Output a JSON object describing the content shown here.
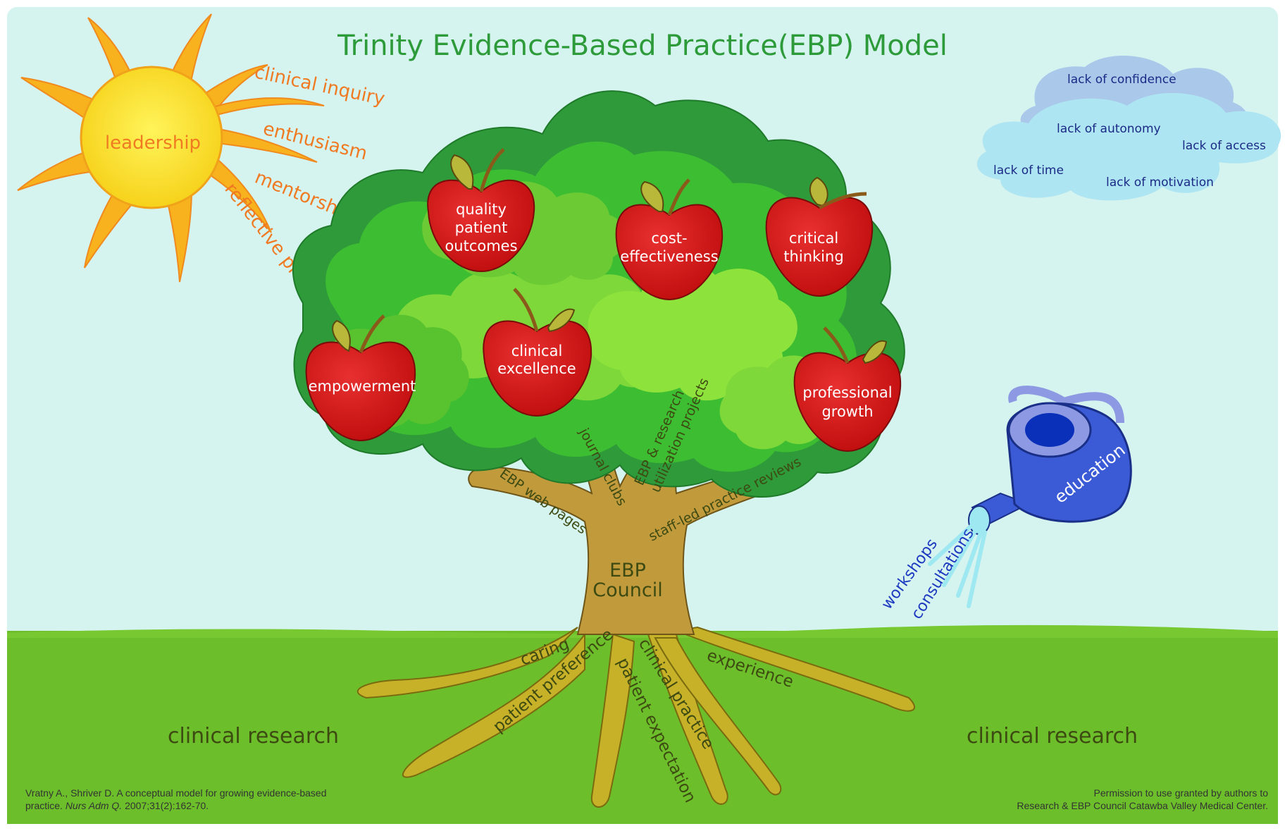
{
  "title": "Trinity Evidence-Based Practice(EBP) Model",
  "sun": {
    "center_label": "leadership",
    "rays": [
      "clinical inquiry",
      "enthusiasm",
      "mentorship",
      "reflective practice"
    ]
  },
  "cloud": {
    "items": [
      "lack of confidence",
      "lack of autonomy",
      "lack of access",
      "lack of time",
      "lack of motivation"
    ]
  },
  "apples": [
    {
      "line1": "quality",
      "line2": "patient",
      "line3": "outcomes"
    },
    {
      "line1": "cost-",
      "line2": "effectiveness"
    },
    {
      "line1": "critical",
      "line2": "thinking"
    },
    {
      "line1": "empowerment"
    },
    {
      "line1": "clinical",
      "line2": "excellence"
    },
    {
      "line1": "professional",
      "line2": "growth"
    }
  ],
  "branches": {
    "web_pages": "EBP web pages",
    "journal_clubs": "journal clubs",
    "ebp_research_1": "EBP & research",
    "ebp_research_2": "utilization projects",
    "staff_led": "staff-led practice reviews"
  },
  "trunk": {
    "line1": "EBP",
    "line2": "Council"
  },
  "roots": [
    "caring",
    "patient preference",
    "patient expectation",
    "clinical practice",
    "experience"
  ],
  "ground": {
    "left": "clinical research",
    "right": "clinical research"
  },
  "watering_can": {
    "label": "education",
    "spray": [
      "workshops",
      "consultations"
    ]
  },
  "citation": {
    "line1": "Vratny A., Shriver D. A conceptual model for growing evidence-based",
    "line2_prefix": "practice. ",
    "line2_journal": "Nurs Adm Q.",
    "line2_suffix": " 2007;31(2):162-70."
  },
  "permission": {
    "line1": "Permission to use granted by authors to",
    "line2": "Research & EBP Council Catawba Valley Medical Center."
  },
  "colors": {
    "sky": "#d5f3ef",
    "grass": "#6cbf2a",
    "sun": "#f6d21b",
    "apple": "#d41515",
    "trunk": "#c19a3c",
    "can": "#3b5bd6"
  }
}
